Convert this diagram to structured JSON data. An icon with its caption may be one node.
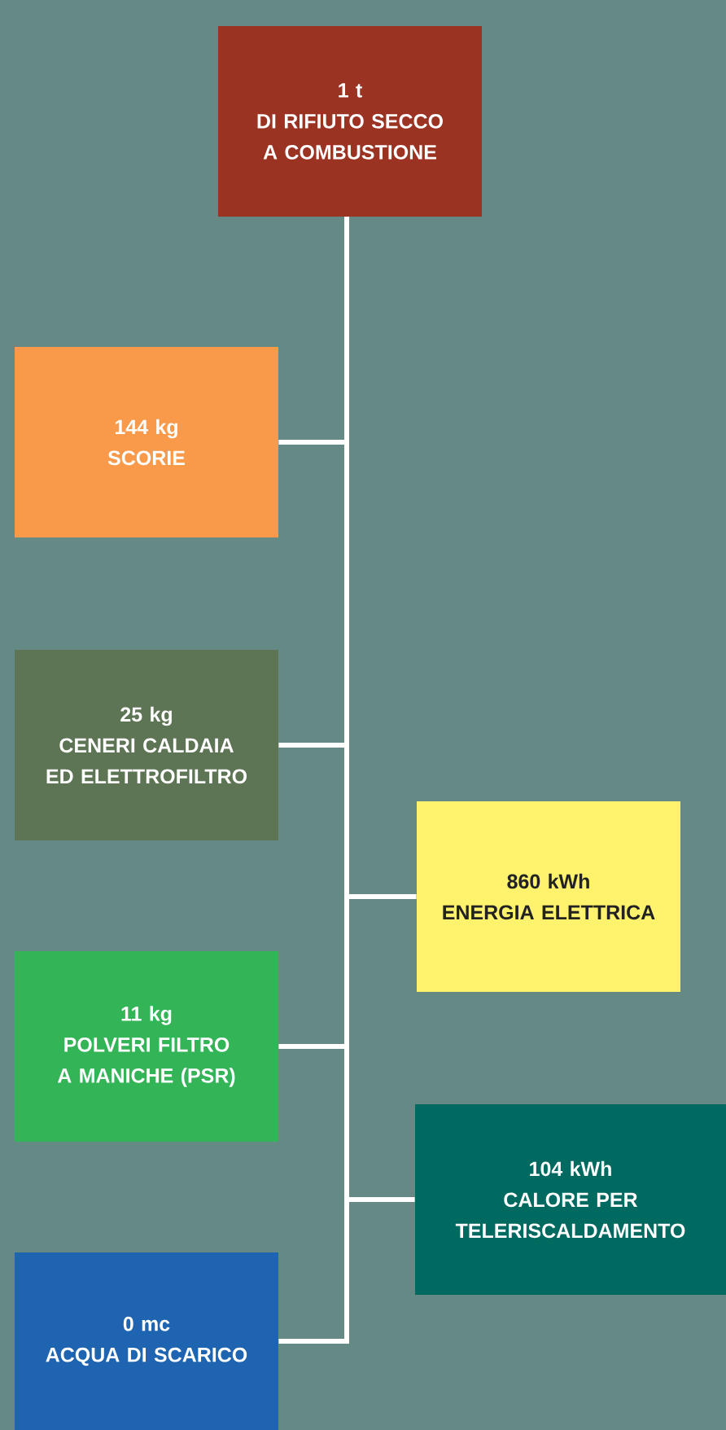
{
  "diagram": {
    "nodes": [
      {
        "text": [
          "1 t",
          "DI RIFIUTO SECCO A COMBUSTIONE"
        ]
      },
      {
        "text": [
          "144 kg",
          "SCORIE"
        ]
      },
      {
        "text": [
          "25 kg",
          "CENERI CALDAIA ED ELETTROFILTRO"
        ]
      },
      {
        "text": [
          "860 kWh",
          "ENERGIA ELETTRICA"
        ]
      },
      {
        "text": [
          "11 kg",
          "POLVERI FILTRO A MANICHE (PSR)"
        ]
      },
      {
        "text": [
          "104 kWh",
          "CALORE PER TELERISCALDAMENTO"
        ]
      },
      {
        "text": [
          "0 mc",
          "ACQUA DI SCARICO"
        ]
      }
    ],
    "edges": [
      {
        "from": 0,
        "to": 1,
        "arrow": "none"
      },
      {
        "from": 0,
        "to": 2,
        "arrow": "none"
      },
      {
        "from": 0,
        "to": 3,
        "arrow": "none"
      },
      {
        "from": 0,
        "to": 4,
        "arrow": "none"
      },
      {
        "from": 0,
        "to": 5,
        "arrow": "none"
      },
      {
        "from": 0,
        "to": 6,
        "arrow": "none"
      }
    ]
  }
}
